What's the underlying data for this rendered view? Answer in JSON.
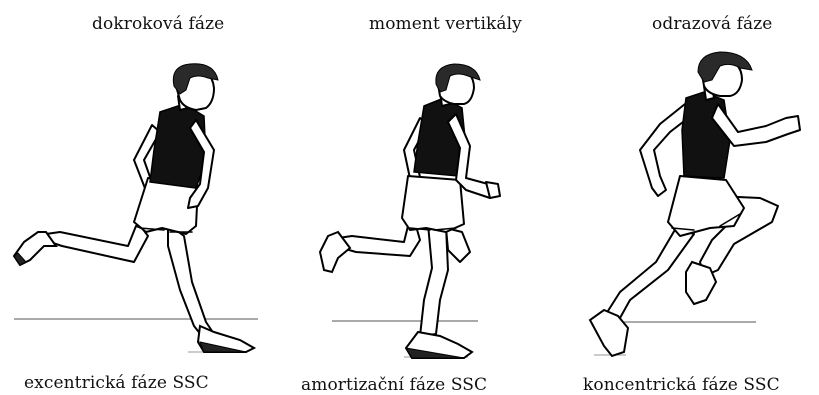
{
  "phases": [
    {
      "title": "dokroková fáze",
      "caption": "excentrická fáze SSC"
    },
    {
      "title": "moment vertikály",
      "caption": "amortizační fáze SSC"
    },
    {
      "title": "odrazová fáze",
      "caption": "koncentrická fáze SSC"
    }
  ]
}
